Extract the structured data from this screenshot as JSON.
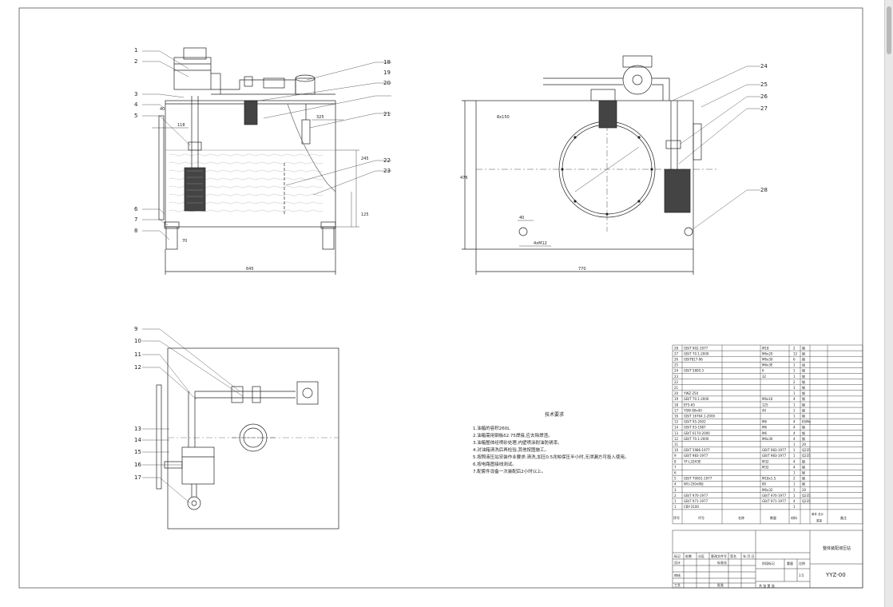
{
  "views": {
    "front": {
      "balloons": [
        "1",
        "2",
        "3",
        "4",
        "5",
        "6",
        "7",
        "8",
        "18",
        "19",
        "20",
        "21",
        "22",
        "23"
      ],
      "dims": {
        "width": "645",
        "d1": "40",
        "d2": "118",
        "d3": "325",
        "d4": "70",
        "d5": "245",
        "d6": "125"
      }
    },
    "side": {
      "balloons": [
        "24",
        "25",
        "26",
        "27",
        "28"
      ],
      "dims": {
        "width": "770",
        "height": "476",
        "d1": "40",
        "d2": "4xM12",
        "d3": "8x150"
      }
    },
    "plan": {
      "balloons": [
        "9",
        "10",
        "11",
        "12",
        "13",
        "14",
        "15",
        "16",
        "17"
      ]
    }
  },
  "notes": {
    "title": "技术要求",
    "lines": [
      "1.油箱的容积260L",
      "2.油箱需用钢板δ2.75焊接,应去除焊渣。",
      "3.油箱整体经喷砂处理,内壁喷涂耐油防锈漆。",
      "4.对油箱清洗后再检验,其他按图施工。",
      "5.按照液压站安装作业要求:清洗,加压0.5兆帕保压半小时,无泄漏方可投入使用。",
      "6.按电路图接线测试。",
      "7.配套件设备一次装配后2小时以上。"
    ]
  },
  "bom": {
    "rows": [
      [
        "28",
        "GB/T 902-1977",
        "",
        "M18",
        "2",
        "钢"
      ],
      [
        "27",
        "GB/T 70.1-2000",
        "",
        "M6x20",
        "12",
        "钢"
      ],
      [
        "26",
        "GB/T817-96",
        "",
        "M6x30",
        "6",
        "钢"
      ],
      [
        "25",
        "",
        "",
        "M6x3E",
        "1",
        "组"
      ],
      [
        "24",
        "GB/T 5800.3",
        "",
        "6",
        "1",
        "钢"
      ],
      [
        "23",
        "",
        "",
        "32",
        "1",
        "钢"
      ],
      [
        "22",
        "",
        "",
        "",
        "2",
        "钢"
      ],
      [
        "21",
        "",
        "",
        "",
        "1",
        "钢"
      ],
      [
        "20",
        "YWZ-250",
        "",
        "",
        "1",
        "钢"
      ],
      [
        "19",
        "GB/T 70.1-2000",
        "",
        "M6x16",
        "4",
        "钢"
      ],
      [
        "18",
        "EF5-65",
        "",
        "125",
        "1",
        "钢"
      ],
      [
        "17",
        "YSW 80x40",
        "",
        "40",
        "1",
        "钢"
      ],
      [
        "16",
        "GB/T 16764.1-2000",
        "",
        "",
        "1",
        "钢"
      ],
      [
        "15",
        "GB/T 95-2002",
        "",
        "M6",
        "4",
        "65Mn"
      ],
      [
        "14",
        "GB/T 93-1987",
        "",
        "M6",
        "4",
        "钢"
      ],
      [
        "13",
        "GB/T 6170-2000",
        "",
        "M6",
        "4",
        "钢"
      ],
      [
        "12",
        "GB/T 70.1-2000",
        "",
        "M6x30",
        "4",
        "钢"
      ],
      [
        "11",
        "",
        "",
        "",
        "1",
        "20"
      ],
      [
        "10",
        "GB/T 5986-1977",
        "",
        "GB/T 983-1977",
        "1",
        "Q235"
      ],
      [
        "9",
        "GB/T 983-1977",
        "",
        "GB/T 983-1977",
        "1",
        "Q235"
      ],
      [
        "8",
        "YF-L32H3E",
        "",
        "M32",
        "4",
        "钢"
      ],
      [
        "7",
        "",
        "",
        "M32",
        "4",
        "钢"
      ],
      [
        "6",
        "",
        "",
        "",
        "1",
        "钢"
      ],
      [
        "5",
        "GB/T 70001-1977",
        "",
        "M18x1.5",
        "2",
        "钢"
      ],
      [
        "4",
        "WU-250x80J",
        "",
        "80",
        "1",
        "钢"
      ],
      [
        "3",
        "",
        "",
        "M6x32",
        "1",
        "20"
      ],
      [
        "2",
        "GB/T 970-1977",
        "",
        "GB/T 970-1977",
        "1",
        "Q235"
      ],
      [
        "1",
        "GB/T 971-1977",
        "",
        "GB/T 971-1977",
        "4",
        "Q235"
      ],
      [
        "1",
        "CBY-3100",
        "",
        "",
        "1",
        ""
      ]
    ],
    "header": {
      "seq": "序号",
      "code": "代号",
      "name": "名称",
      "qty": "数量",
      "material": "材料",
      "weight": "单件 总计",
      "mass": "重量",
      "remark": "备注"
    }
  },
  "title_block": {
    "mark_label": "标记",
    "count_label": "处数",
    "zone_label": "分区",
    "change_label": "更改文件号",
    "sign_label": "签名",
    "date_label": "年.月.日",
    "design_label": "设计",
    "std_label": "标准化",
    "review_label": "审核",
    "process_label": "工艺",
    "approve_label": "批准",
    "stage_label": "阶段标记",
    "weight_label": "重量",
    "scale_label": "比例",
    "scale_value": "1:5",
    "sheet_text": "共  张  第  张",
    "drawing_name": "整体装配液压站",
    "drawing_no": "YYZ-00"
  }
}
